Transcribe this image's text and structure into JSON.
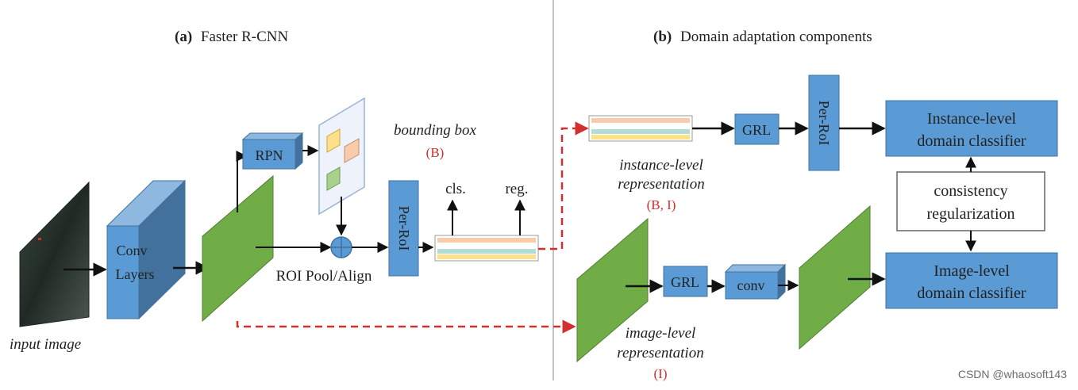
{
  "panel_a": {
    "letter": "(a)",
    "title": "Faster R-CNN",
    "input_label": "input image",
    "conv_line1": "Conv",
    "conv_line2": "Layers",
    "rpn": "RPN",
    "bbox_label": "bounding box",
    "bbox_symbol": "(B)",
    "roi_label": "ROI Pool/Align",
    "per_roi": "Per-RoI",
    "cls": "cls.",
    "reg": "reg."
  },
  "panel_b": {
    "letter": "(b)",
    "title": "Domain adaptation components",
    "instance_rep_line1": "instance-level",
    "instance_rep_line2": "representation",
    "instance_rep_symbol": "(B, I)",
    "grl_top": "GRL",
    "per_roi": "Per-RoI",
    "instance_classifier_line1": "Instance-level",
    "instance_classifier_line2": "domain classifier",
    "consistency_line1": "consistency",
    "consistency_line2": "regularization",
    "image_classifier_line1": "Image-level",
    "image_classifier_line2": "domain classifier",
    "grl_bottom": "GRL",
    "conv": "conv",
    "image_rep_line1": "image-level",
    "image_rep_line2": "representation",
    "image_rep_symbol": "(I)"
  },
  "watermark": "CSDN @whaosoft143",
  "colors": {
    "box_blue": "#5b9bd5",
    "box_blue_dark": "#41719c",
    "feature_green": "#70ad47",
    "feature_green_dark": "#507e32",
    "adapt_red": "#d32f2f",
    "divider": "#b0b0b0"
  }
}
